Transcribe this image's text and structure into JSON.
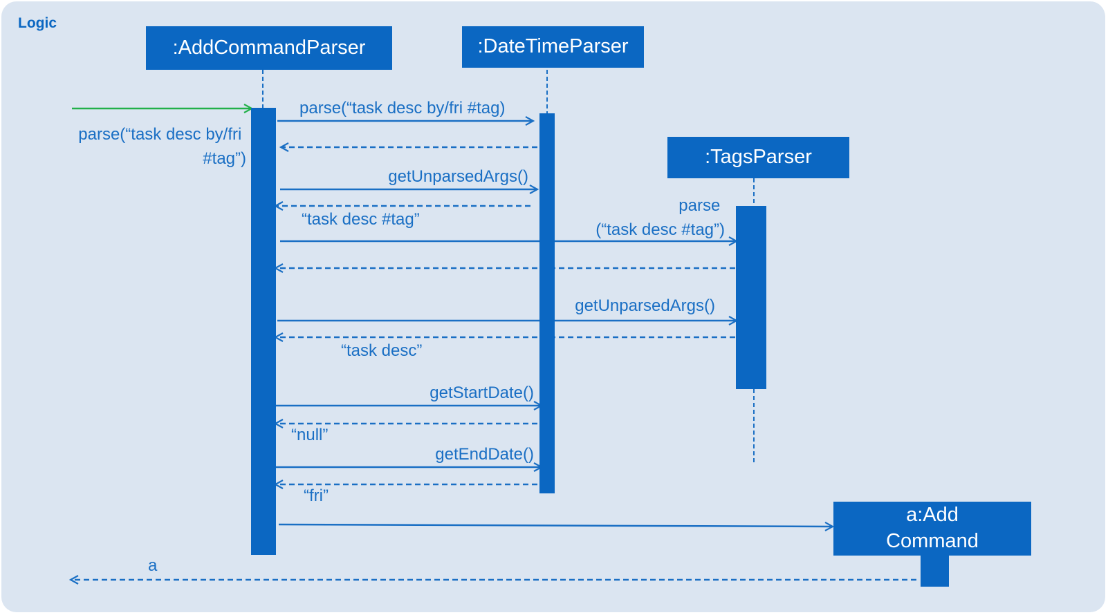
{
  "frame": {
    "title": "Logic"
  },
  "colors": {
    "primary": "#0b67c2",
    "line": "#1a6fc4",
    "background": "#dbe5f1",
    "entry_arrow": "#22b04a"
  },
  "participants": {
    "add_command_parser": ":AddCommandParser",
    "date_time_parser": ":DateTimeParser",
    "tags_parser": ":TagsParser",
    "add_command_line1": "a:Add",
    "add_command_line2": "Command"
  },
  "messages": [
    {
      "kind": "call",
      "lines": [
        "parse(“task desc by/fri",
        "#tag”)"
      ]
    },
    {
      "kind": "call",
      "lines": [
        "parse(“task desc by/fri #tag)"
      ]
    },
    {
      "kind": "return",
      "lines": []
    },
    {
      "kind": "call",
      "lines": [
        "getUnparsedArgs()"
      ]
    },
    {
      "kind": "return",
      "lines": [
        "“task desc #tag”"
      ]
    },
    {
      "kind": "call",
      "lines": [
        "parse",
        "(“task desc #tag”)"
      ]
    },
    {
      "kind": "return",
      "lines": []
    },
    {
      "kind": "call",
      "lines": [
        "getUnparsedArgs()"
      ]
    },
    {
      "kind": "return",
      "lines": [
        "“task desc”"
      ]
    },
    {
      "kind": "call",
      "lines": [
        "getStartDate()"
      ]
    },
    {
      "kind": "return",
      "lines": [
        "“null”"
      ]
    },
    {
      "kind": "call",
      "lines": [
        "getEndDate()"
      ]
    },
    {
      "kind": "return",
      "lines": [
        "“fri”"
      ]
    },
    {
      "kind": "create",
      "lines": []
    },
    {
      "kind": "return",
      "lines": [
        "a"
      ]
    }
  ]
}
